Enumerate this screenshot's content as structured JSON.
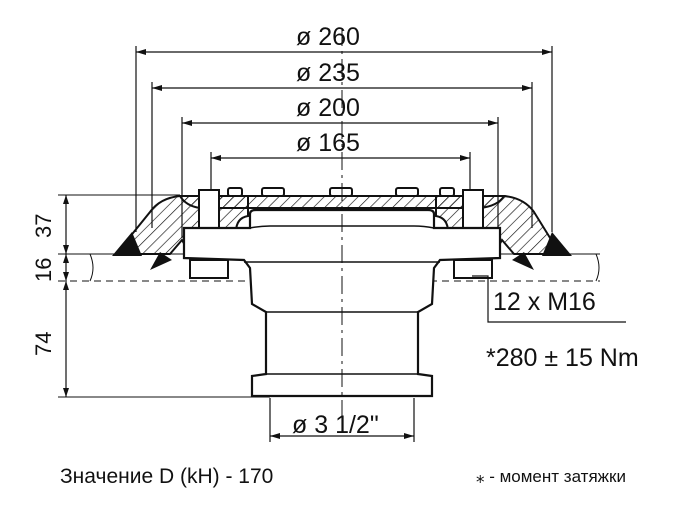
{
  "dimensions": {
    "dia_260": "ø 260",
    "dia_235": "ø 235",
    "dia_200": "ø 200",
    "dia_165": "ø 165",
    "dia_outlet": "ø 3 1/2\"",
    "height_37": "37",
    "height_16": "16",
    "height_74": "74"
  },
  "labels": {
    "bolts": "12 x M16",
    "torque": "*280 ± 15 Nm"
  },
  "footer": {
    "d_value": "Значение D (kH) - 170",
    "torque_note": "⁎ - момент затяжки"
  }
}
